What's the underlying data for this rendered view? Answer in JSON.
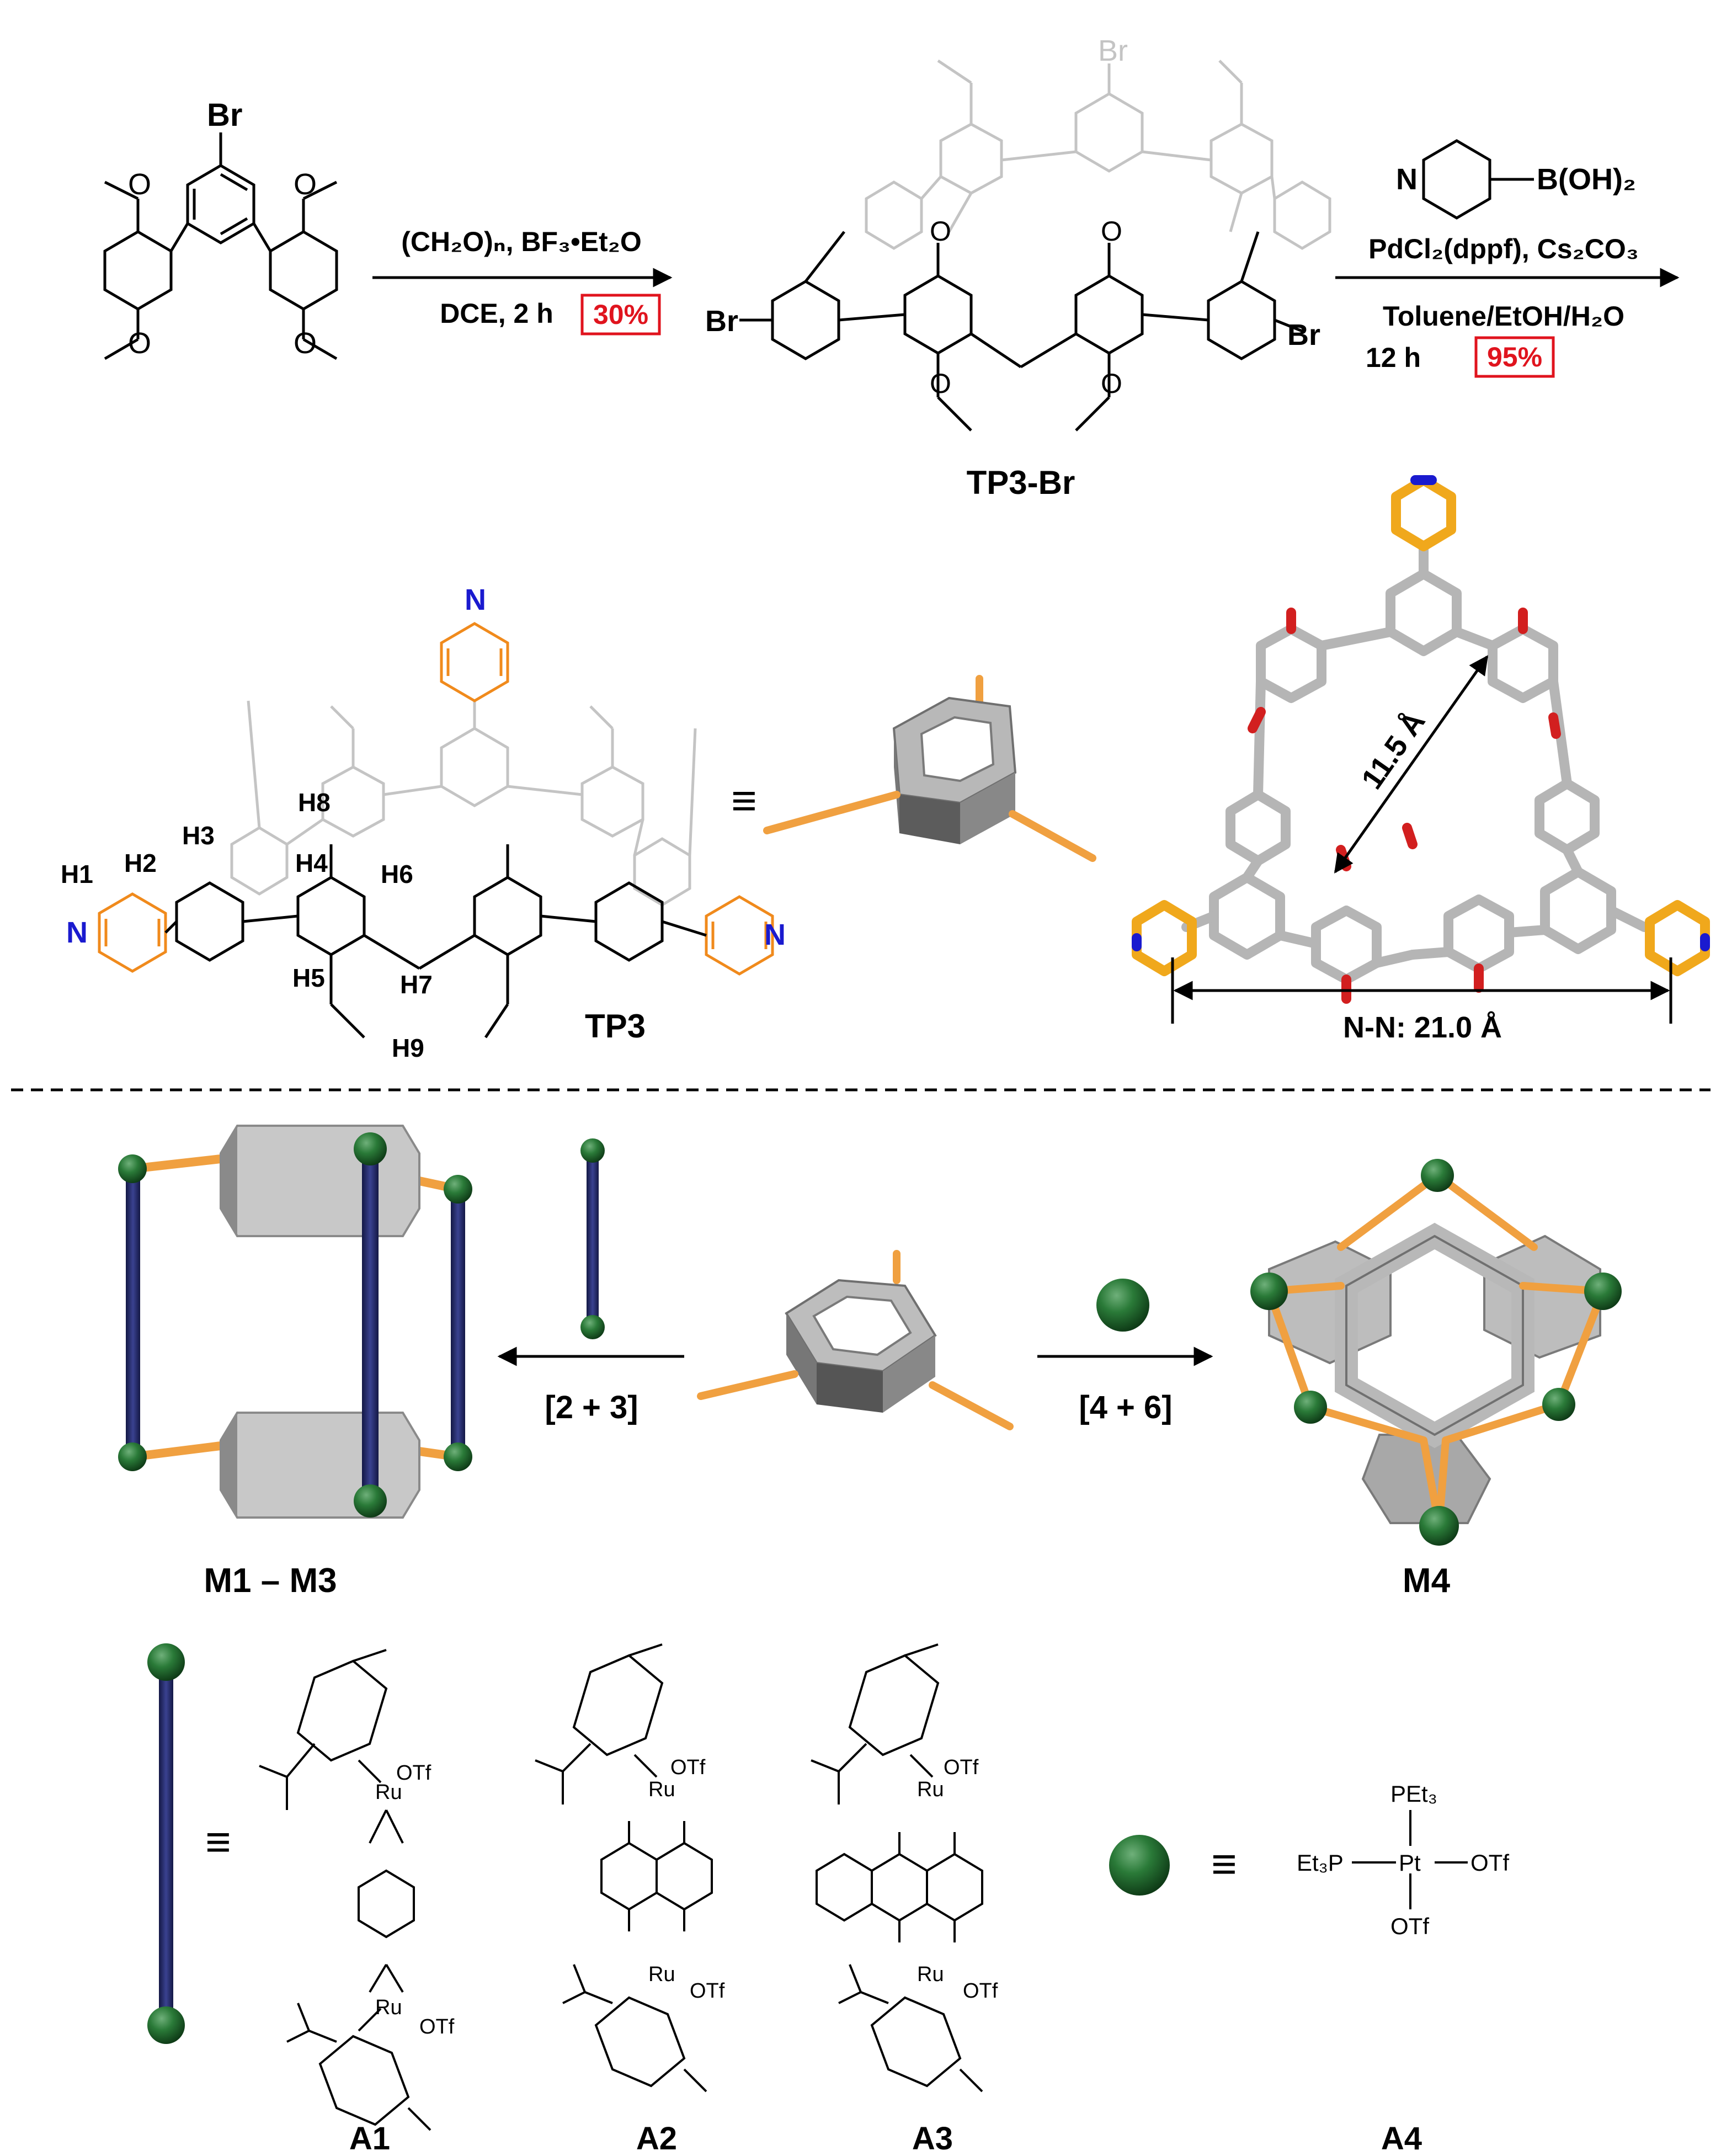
{
  "colors": {
    "accent_red": "#e0141e",
    "pyridine_orange": "#f08a1c",
    "nitrogen_blue": "#1a1acf",
    "linker_navy": "#1f2460",
    "metal_green": "#1f6b2e",
    "cage_grey": "#9a9a9a",
    "stick_grey": "#b5b5b5",
    "oxygen_red": "#d21f1f"
  },
  "reaction1": {
    "reagent_line1": "(CH₂O)ₙ, BF₃•Et₂O",
    "reagent_line2": "DCE, 2 h",
    "yield": "30%"
  },
  "reaction2": {
    "boronic_acid": "B(OH)₂",
    "catalyst": "PdCl₂(dppf), Cs₂CO₃",
    "solvent": "Toluene/EtOH/H₂O",
    "time": "12 h",
    "yield": "95%"
  },
  "compounds": {
    "tp3_br": "TP3-Br",
    "tp3": "TP3",
    "br": "Br",
    "n": "N",
    "o": "O"
  },
  "protons": [
    "H1",
    "H2",
    "H3",
    "H4",
    "H5",
    "H6",
    "H7",
    "H8",
    "H9"
  ],
  "crystal": {
    "cavity": "11.5 Å",
    "nn": "N-N: 21.0 Å"
  },
  "equiv_symbol": "≡",
  "assembly": {
    "left_ratio": "[2 + 3]",
    "right_ratio": "[4 + 6]",
    "left_product": "M1 – M3",
    "right_product": "M4"
  },
  "acceptors": {
    "a1": "A1",
    "a2": "A2",
    "a3": "A3",
    "a4": "A4",
    "ru": "Ru",
    "pt": "Pt",
    "otf": "OTf",
    "pet3": "PEt₃",
    "et3p": "Et₃P"
  }
}
